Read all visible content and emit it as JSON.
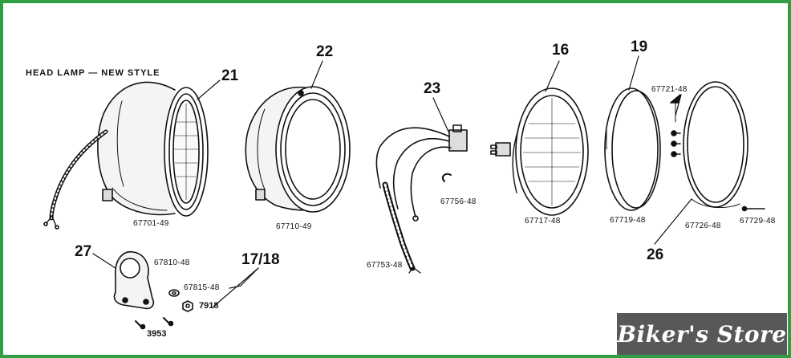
{
  "diagram": {
    "title": "HEAD LAMP — NEW STYLE",
    "colors": {
      "frame": "#2ea043",
      "ink": "#111111",
      "watermark_bg": "#58585a",
      "watermark_text": "#ffffff"
    },
    "parts": [
      {
        "ref": "21",
        "part_number": "67701-49"
      },
      {
        "ref": "22",
        "part_number": "67710-49"
      },
      {
        "ref": "23",
        "part_number": "67753-48"
      },
      {
        "part_number": "67756-48"
      },
      {
        "ref": "16",
        "part_number": "67717-48"
      },
      {
        "ref": "19",
        "part_number": "67719-48"
      },
      {
        "part_number": "67721-48"
      },
      {
        "ref": "26",
        "part_number": "67726-48"
      },
      {
        "part_number": "67729-48"
      },
      {
        "ref": "27",
        "part_number": "67810-48"
      },
      {
        "ref": "17/18",
        "part_number": "67815-48"
      },
      {
        "part_number": "7918"
      },
      {
        "part_number": "3953"
      }
    ]
  },
  "watermark": "Biker's Store"
}
